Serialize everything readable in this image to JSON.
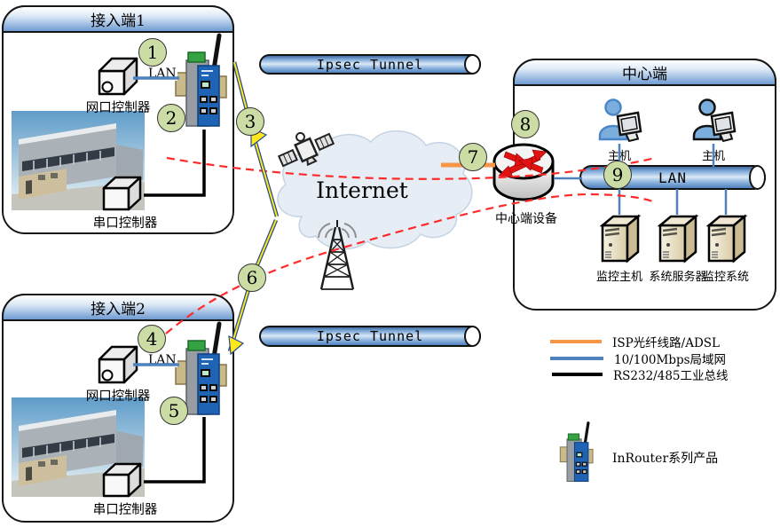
{
  "badges": [
    "1",
    "2",
    "3",
    "4",
    "5",
    "6",
    "7",
    "8",
    "9"
  ],
  "site1": {
    "title": "接入端1",
    "camera_label": "网口控制器",
    "serial_label": "串口控制器",
    "lan_label": "LAN"
  },
  "site2": {
    "title": "接入端2",
    "camera_label": "网口控制器",
    "serial_label": "串口控制器",
    "lan_label": "LAN"
  },
  "tunnels": {
    "top": "Ipsec Tunnel",
    "bottom": "Ipsec Tunnel"
  },
  "internet": {
    "label": "Internet"
  },
  "center": {
    "title": "中心端",
    "router_label": "中心端设备",
    "lan_label": "LAN",
    "hosts": [
      "主机",
      "主机"
    ],
    "servers": [
      "监控主机",
      "系统服务器",
      "监控系统"
    ]
  },
  "legend": {
    "isp_label": "ISP光纤线路/ADSL",
    "lan_label": "10/100Mbps局域网",
    "bus_label": "RS232/485工业总线",
    "router_label": "InRouter系列产品"
  },
  "colors": {
    "isp_line": "#f79646",
    "lan_line": "#4f81bd",
    "bus_line": "#000000",
    "vpn_dash": "#ff2a2a",
    "badge_fill": "#ccdca5",
    "router_panel_blue": "#1e63b4"
  }
}
